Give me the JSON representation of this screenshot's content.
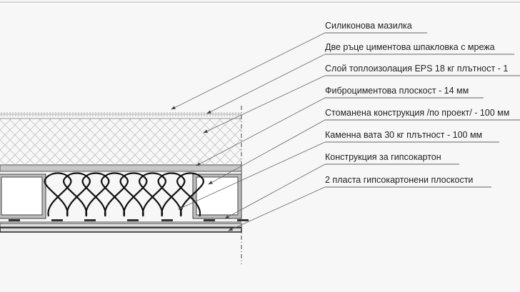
{
  "labels": [
    {
      "text": "Силиконова мазилка",
      "target": [
        240,
        153
      ],
      "underline_end": 598
    },
    {
      "text": "Две ръце циментова шпакловка с мрежа",
      "target": [
        290,
        159
      ],
      "underline_end": 720
    },
    {
      "text": "Слой топлоизолация EPS 18 кг плътност - 1",
      "target": [
        285,
        186
      ],
      "underline_end": 728
    },
    {
      "text": "Фиброциментова плоскост - 14 мм",
      "target": [
        275,
        232
      ],
      "underline_end": 677
    },
    {
      "text": "Стоманена конструкция /по проект/ - 100 мм",
      "target": [
        292,
        258
      ],
      "underline_end": 728
    },
    {
      "text": "Каменна вата 30 кг плътност - 100 мм",
      "target": [
        250,
        293
      ],
      "underline_end": 699
    },
    {
      "text": "Конструкция за гипсокартон",
      "target": [
        315,
        306
      ],
      "underline_end": 643
    },
    {
      "text": "2 пласта гипсокартонени плоскости",
      "target": [
        320,
        323
      ],
      "underline_end": 688
    }
  ]
}
